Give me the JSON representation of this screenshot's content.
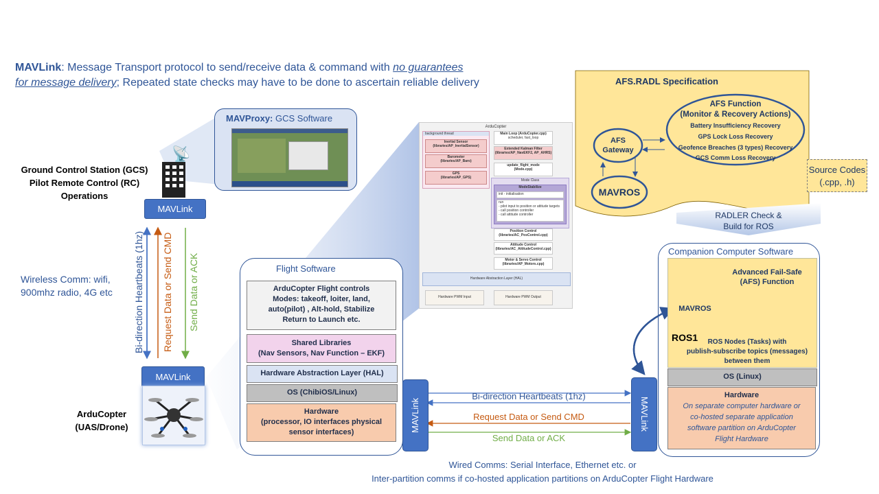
{
  "header": {
    "mav_bold": "MAVLink",
    "line1": ": Message Transport protocol to send/receive data & command with ",
    "line1_link": "no guarantees",
    "line2_link": "for message delivery",
    "line2": "; Repeated state checks may have to be done to ascertain reliable delivery"
  },
  "gcs": {
    "lines": [
      "Ground Control Station (GCS)",
      "Pilot Remote Control (RC)",
      "Operations"
    ],
    "mavlink": "MAVLink"
  },
  "mavproxy": {
    "bold": "MAVProxy:",
    "rest": " GCS Software"
  },
  "wireless": [
    "Wireless Comm: wifi,",
    "900mhz radio, 4G etc"
  ],
  "arrows": {
    "heartbeat": "Bi-direction Heartbeats (1hz)",
    "request": "Request Data or Send CMD",
    "send": "Send Data or ACK"
  },
  "drone": {
    "mavlink": "MAVLink",
    "lines": [
      "ArduCopter",
      "(UAS/Drone)"
    ]
  },
  "flight_software": {
    "title": "Flight Software",
    "controls": [
      "ArduCopter Flight controls",
      "Modes: takeoff, loiter, land,",
      "auto(pilot) , Alt-hold, Stabilize",
      "Return to Launch etc."
    ],
    "shared": [
      "Shared Libraries",
      "(Nav Sensors, Nav Function – EKF)"
    ],
    "hal": "Hardware Abstraction Layer (HAL)",
    "os": "OS (ChibiOS/Linux)",
    "hardware": [
      "Hardware",
      "(processor, IO interfaces physical",
      "sensor interfaces)"
    ]
  },
  "diagram": {
    "title": "ArduCopter",
    "bg_thread": "background thread",
    "inertial": [
      "Inertial Sensor",
      "(libraries/AP_InertialSensor)"
    ],
    "barometer": [
      "Barometer",
      "(libraries/AP_Baro)"
    ],
    "gps": [
      "GPS",
      "(libraries/AP_GPS)"
    ],
    "main_loop": [
      "Main Loop (ArduCopter.cpp)",
      "scheduler, fast_loop"
    ],
    "ekf": [
      "Extended Kalman Filter",
      "(libraries/AP_NavEKF2, AP_AHRS)"
    ],
    "update_mode": [
      "update_flight_mode",
      "(Mode.cpp)"
    ],
    "mode_class": "Mode Class",
    "mode_stabilize": "ModeStabilize",
    "init": "init - initialisation",
    "run": [
      "run",
      "- pilot input to position or attitude targets",
      "- call position controller",
      "- call attitude controller"
    ],
    "pos_ctrl": [
      "Position Control",
      "(libraries/AC_PosControl.cpp)"
    ],
    "att_ctrl": [
      "Attitude Control",
      "(libraries/AC_AttitudeControl.cpp)"
    ],
    "motor": [
      "Motor & Servo Control",
      "(libraries/AP_Motors.cpp)"
    ],
    "hal_layer": "Hardware Abstraction Layer (HAL)",
    "pwm_in": "Hardware PWM Input",
    "pwm_out": "Hardware PWM Output"
  },
  "afs": {
    "title": "AFS.RADL Specification",
    "function_title": [
      "AFS Function",
      "(Monitor & Recovery Actions)"
    ],
    "items": [
      "Battery Insufficiency Recovery",
      "GPS Lock  Loss Recovery",
      "Geofence Breaches (3 types) Recovery",
      "GCS Comm Loss Recovery"
    ],
    "gateway": [
      "AFS",
      "Gateway"
    ],
    "mavros": "MAVROS"
  },
  "source_codes": [
    "Source Codes",
    "(.cpp, .h)"
  ],
  "radler": [
    "RADLER Check &",
    "Build for ROS"
  ],
  "companion": {
    "title": "Companion Computer Software",
    "mavros": "MAVROS",
    "afs_function": [
      "Advanced Fail-Safe",
      "(AFS) Function"
    ],
    "ros1": "ROS1",
    "ros_nodes": [
      "ROS Nodes (Tasks) with",
      "publish-subscribe  topics (messages)",
      "between them"
    ],
    "os": "OS (Linux)",
    "hardware_title": "Hardware",
    "hardware_desc": [
      "On separate computer hardware or",
      "co-hosted separate application",
      "software partition on ArduCopter",
      "Flight Hardware"
    ]
  },
  "link": {
    "left_mav": "MAVLink",
    "right_mav": "MAVLink",
    "heartbeat": "Bi-direction Heartbeats (1hz)",
    "request": "Request Data or Send CMD",
    "send": "Send Data or ACK"
  },
  "wired": [
    "Wired Comms: Serial Interface, Ethernet etc. or",
    "Inter-partition  comms  if co-hosted application partitions on ArduCopter  Flight Hardware"
  ],
  "colors": {
    "accent_blue": "#4472c4",
    "dark_blue": "#2f5597",
    "orange": "#c55a11",
    "green": "#70ad47",
    "yellow": "#ffe699",
    "pink": "#f2d3ec",
    "light_blue": "#dae3f3",
    "gray": "#bfbfbf",
    "peach": "#f8cbad"
  }
}
